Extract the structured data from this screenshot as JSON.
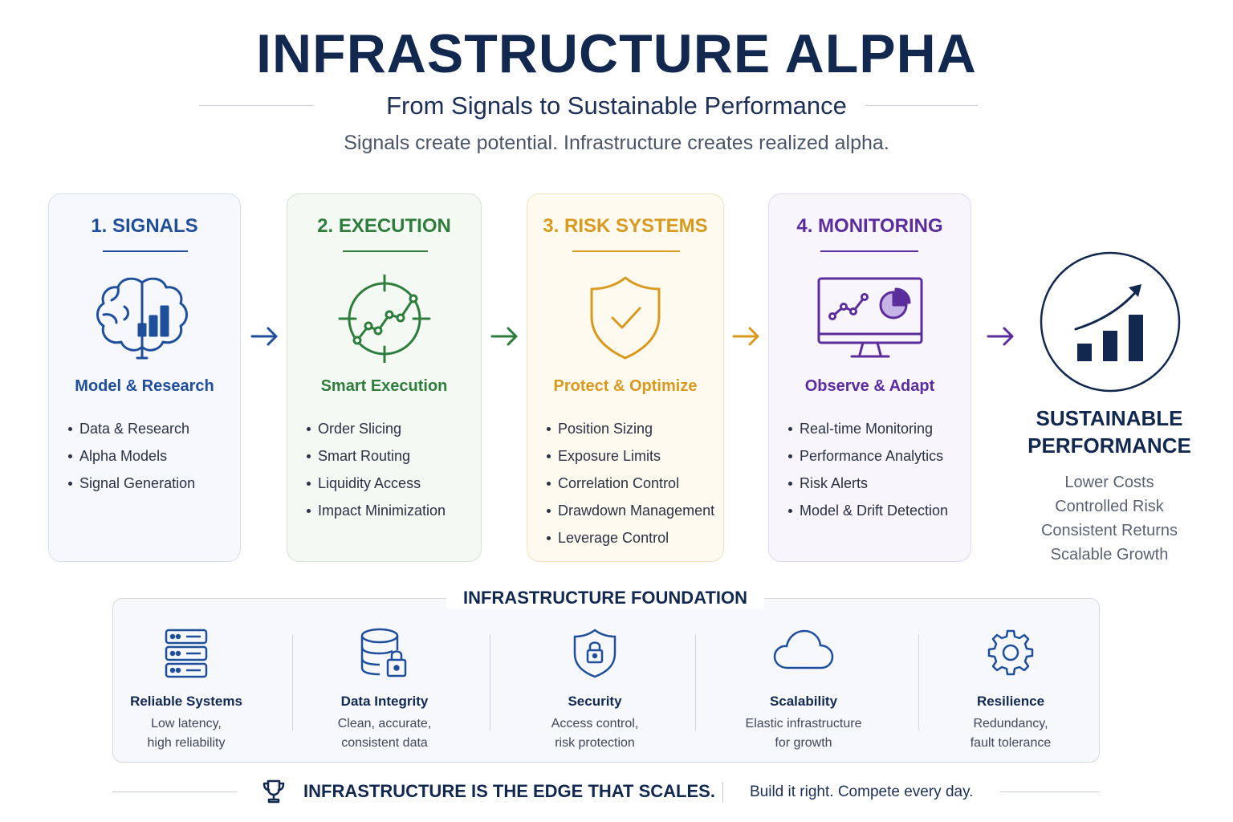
{
  "header": {
    "title": "INFRASTRUCTURE ALPHA",
    "subtitle": "From Signals to Sustainable Performance",
    "tagline": "Signals create potential. Infrastructure creates realized alpha."
  },
  "stages": [
    {
      "title": "1. SIGNALS",
      "icon": "brain-chart-icon",
      "subtitle": "Model & Research",
      "items": [
        "Data & Research",
        "Alpha Models",
        "Signal Generation"
      ],
      "color": "#1f4e9a"
    },
    {
      "title": "2. EXECUTION",
      "icon": "crosshair-chart-icon",
      "subtitle": "Smart Execution",
      "items": [
        "Order Slicing",
        "Smart Routing",
        "Liquidity Access",
        "Impact Minimization"
      ],
      "color": "#2e7d3c"
    },
    {
      "title": "3. RISK SYSTEMS",
      "icon": "shield-check-icon",
      "subtitle": "Protect & Optimize",
      "items": [
        "Position Sizing",
        "Exposure Limits",
        "Correlation Control",
        "Drawdown Management",
        "Leverage Control"
      ],
      "color": "#d89a1e"
    },
    {
      "title": "4. MONITORING",
      "icon": "monitor-analytics-icon",
      "subtitle": "Observe & Adapt",
      "items": [
        "Real-time Monitoring",
        "Performance Analytics",
        "Risk Alerts",
        "Model & Drift Detection"
      ],
      "color": "#5b2d9c"
    }
  ],
  "result": {
    "title_line1": "SUSTAINABLE",
    "title_line2": "PERFORMANCE",
    "icon": "growth-chart-icon",
    "items": [
      "Lower Costs",
      "Controlled Risk",
      "Consistent Returns",
      "Scalable Growth"
    ]
  },
  "foundation": {
    "title": "INFRASTRUCTURE FOUNDATION",
    "items": [
      {
        "name": "Reliable Systems",
        "desc1": "Low latency,",
        "desc2": "high reliability",
        "icon": "server-icon"
      },
      {
        "name": "Data Integrity",
        "desc1": "Clean, accurate,",
        "desc2": "consistent data",
        "icon": "database-lock-icon"
      },
      {
        "name": "Security",
        "desc1": "Access control,",
        "desc2": "risk protection",
        "icon": "shield-lock-icon"
      },
      {
        "name": "Scalability",
        "desc1": "Elastic infrastructure",
        "desc2": "for growth",
        "icon": "cloud-icon"
      },
      {
        "name": "Resilience",
        "desc1": "Redundancy,",
        "desc2": "fault tolerance",
        "icon": "gear-icon"
      }
    ]
  },
  "footer": {
    "slogan": "INFRASTRUCTURE IS THE EDGE THAT SCALES.",
    "motto": "Build it right. Compete every day.",
    "icon": "trophy-icon"
  },
  "colors": {
    "navy": "#12284f",
    "blue": "#1f4e9a",
    "green": "#2e7d3c",
    "amber": "#d89a1e",
    "purple": "#5b2d9c"
  }
}
